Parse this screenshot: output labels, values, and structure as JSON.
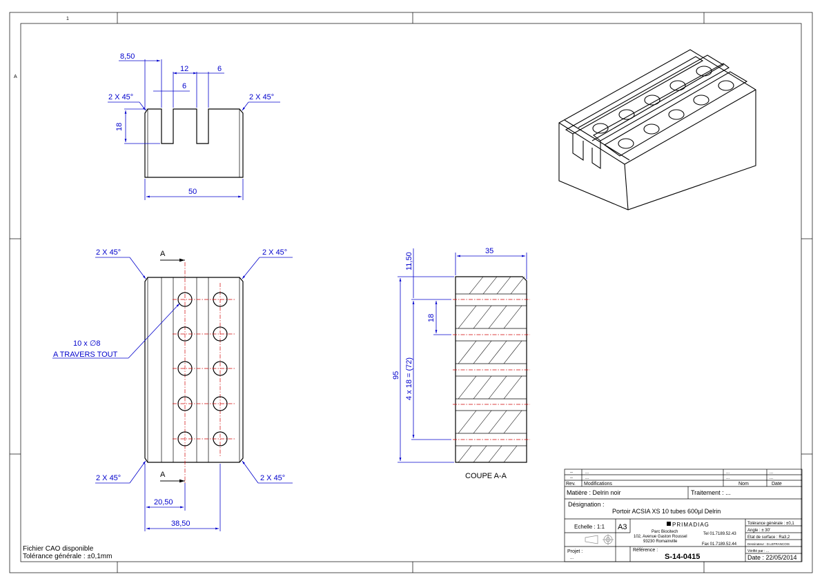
{
  "sheet": {
    "zone_col_1": "1",
    "zone_row_a": "A"
  },
  "top_view": {
    "dim_8_50": "8,50",
    "dim_12": "12",
    "dim_6_top": "6",
    "dim_6_inner": "6",
    "dim_18": "18",
    "dim_50": "50",
    "chamfer_left": "2 X 45°",
    "chamfer_right": "2 X 45°"
  },
  "front_view": {
    "chamfer_tl": "2 X 45°",
    "chamfer_tr": "2 X 45°",
    "chamfer_bl": "2 X 45°",
    "chamfer_br": "2 X 45°",
    "section_label_top": "A",
    "section_label_bottom": "A",
    "holes_note_line1": "10 x ∅8",
    "holes_note_line2": "A TRAVERS TOUT",
    "dim_20_50": "20,50",
    "dim_38_50": "38,50"
  },
  "section_view": {
    "dim_35": "35",
    "dim_11_50": "11,50",
    "dim_95": "95",
    "dim_pitch": "4 x 18 = (72)",
    "dim_18": "18",
    "caption": "COUPE A-A"
  },
  "notes": {
    "line1": "Fichier CAO disponible",
    "line2": "Tolérance générale : ±0,1mm"
  },
  "title_block": {
    "rev_row1": [
      "--",
      "...",
      "...",
      "..."
    ],
    "rev_row2": [
      "--",
      "...",
      "...",
      "..."
    ],
    "rev_header": [
      "Rev.",
      "Modifications",
      "Nom",
      "Date"
    ],
    "matiere": "Matière : Delrin noir",
    "traitement": "Traitement : ...",
    "designation_label": "Désignation :",
    "designation_value": "Portoir ACSIA XS 10 tubes 600µl Delrin",
    "echelle": "Echelle : 1:1",
    "format": "A3",
    "company": "PRIMADIAG",
    "address1": "Parc Biocitech",
    "address2": "102, Avenue Gaston Roussel",
    "address3": "93230 Romainville",
    "tel": "Tel 01.7189.52.43",
    "fax": "Fax 01.7189.52.44",
    "tol_gen": "Tolérance générale : ±0,1",
    "angle": "Angle : ± 30'",
    "surface": "Etat de surface : Ra3,2",
    "dessinateur": "Dessinateur : D.LEFRANCOIS",
    "verifie": "Vérifié par : ...",
    "projet_label": "Projet :",
    "projet_value": "...",
    "reference_label": "Référence :",
    "reference_value": "S-14-0415",
    "date": "Date : 22/05/2014"
  }
}
